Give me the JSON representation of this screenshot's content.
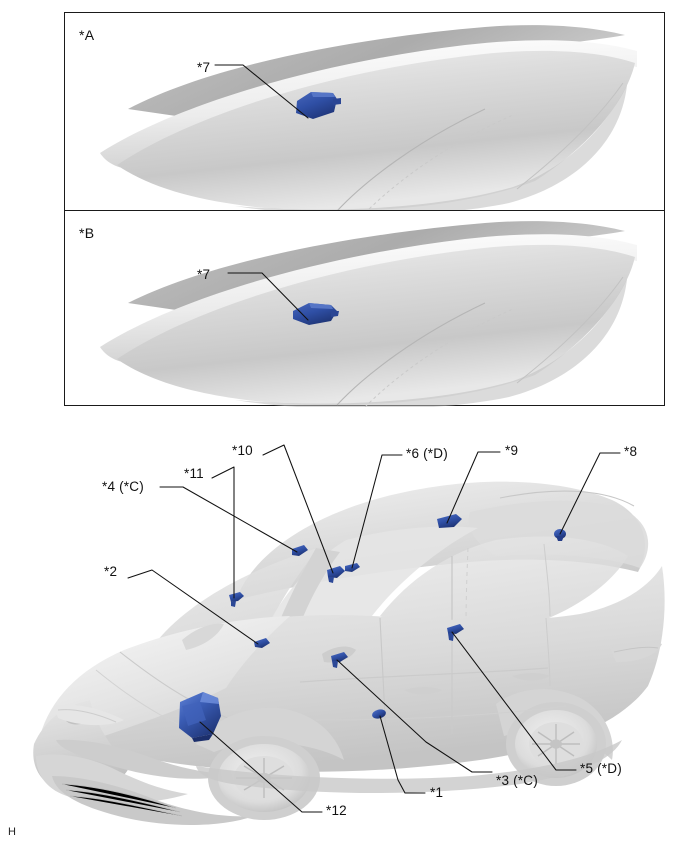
{
  "page": {
    "letter": "H",
    "accent_color": "#2f4fa5",
    "body_color": "#d9d9d9",
    "line_color": "#111111"
  },
  "detail_panels": [
    {
      "id": "panel-a",
      "tag": "*A",
      "callouts": [
        {
          "id": "a-7",
          "label": "*7"
        }
      ]
    },
    {
      "id": "panel-b",
      "tag": "*B",
      "callouts": [
        {
          "id": "b-7",
          "label": "*7"
        }
      ]
    }
  ],
  "vehicle_diagram": {
    "view": "front three-quarter sedan",
    "callouts": [
      {
        "id": "c1",
        "label": "*1"
      },
      {
        "id": "c2",
        "label": "*2"
      },
      {
        "id": "c3",
        "label": "*3 (*C)"
      },
      {
        "id": "c4",
        "label": "*4 (*C)"
      },
      {
        "id": "c5",
        "label": "*5 (*D)"
      },
      {
        "id": "c6",
        "label": "*6 (*D)"
      },
      {
        "id": "c8",
        "label": "*8"
      },
      {
        "id": "c9",
        "label": "*9"
      },
      {
        "id": "c10",
        "label": "*10"
      },
      {
        "id": "c11",
        "label": "*11"
      },
      {
        "id": "c12",
        "label": "*12"
      }
    ]
  }
}
